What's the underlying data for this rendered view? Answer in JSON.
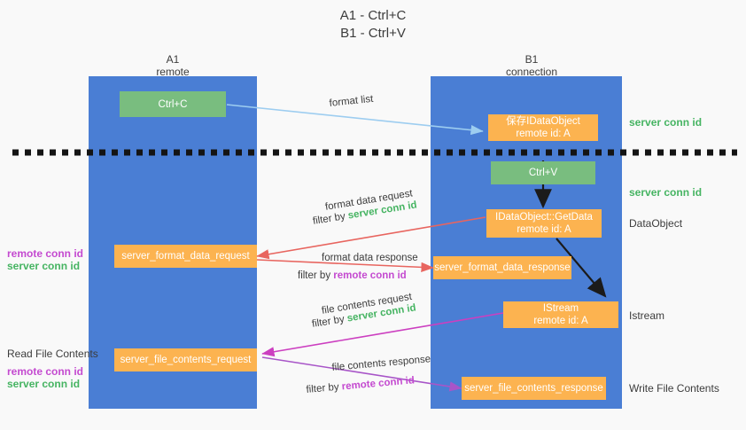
{
  "title": {
    "line1": "A1 - Ctrl+C",
    "line2": "B1 - Ctrl+V"
  },
  "colors": {
    "column": "#4a7ed4",
    "green_node": "#79bd7f",
    "orange_node": "#fcb350",
    "green_text": "#46b462",
    "purple_text": "#c44ad0",
    "arrow_blue": "#9dcdf0",
    "arrow_red": "#e8655f",
    "arrow_magenta": "#cc3fc0",
    "arrow_purple": "#a855c8",
    "arrow_black": "#1b1b1b",
    "background": "#f9f9f9"
  },
  "columns": [
    {
      "name": "A1",
      "sub": "remote"
    },
    {
      "name": "B1",
      "sub": "connection"
    }
  ],
  "nodes": {
    "ctrl_c": {
      "line1": "Ctrl+C",
      "line2": ""
    },
    "save_idataobject": {
      "line1": "保存IDataObject",
      "line2": "remote id: A"
    },
    "ctrl_v": {
      "line1": "Ctrl+V",
      "line2": ""
    },
    "getdata": {
      "line1": "IDataObject::GetData",
      "line2": "remote id: A"
    },
    "server_format_data_request": {
      "line1": "server_format_data_request",
      "line2": ""
    },
    "server_format_data_response": {
      "line1": "server_format_data_response",
      "line2": ""
    },
    "istream": {
      "line1": "IStream",
      "line2": "remote id: A"
    },
    "server_file_contents_request": {
      "line1": "server_file_contents_request",
      "line2": ""
    },
    "server_file_contents_response": {
      "line1": "server_file_contents_response",
      "line2": ""
    }
  },
  "right_labels": {
    "server_conn_id_1": "server conn id",
    "server_conn_id_2": "server conn id",
    "dataobject": "DataObject",
    "istream": "Istream",
    "write_file_contents": "Write File Contents"
  },
  "left_labels": {
    "remote_conn_id_1": "remote conn id",
    "server_conn_id_1": "server conn id",
    "read_file_contents": "Read File Contents",
    "remote_conn_id_2": "remote conn id",
    "server_conn_id_2": "server conn id"
  },
  "edge_labels": {
    "format_list": "format list",
    "format_data_request": "format data request",
    "format_data_request_filter_prefix": "filter by ",
    "format_data_request_filter_key": "server conn id",
    "format_data_response": "format data response",
    "format_data_response_filter_prefix": "filter by ",
    "format_data_response_filter_key": "remote conn id",
    "file_contents_request": "file contents request",
    "file_contents_request_filter_prefix": "filter by ",
    "file_contents_request_filter_key": "server conn id",
    "file_contents_response": "file contents response",
    "file_contents_response_filter_prefix": "filter by ",
    "file_contents_response_filter_key": "remote conn id"
  }
}
